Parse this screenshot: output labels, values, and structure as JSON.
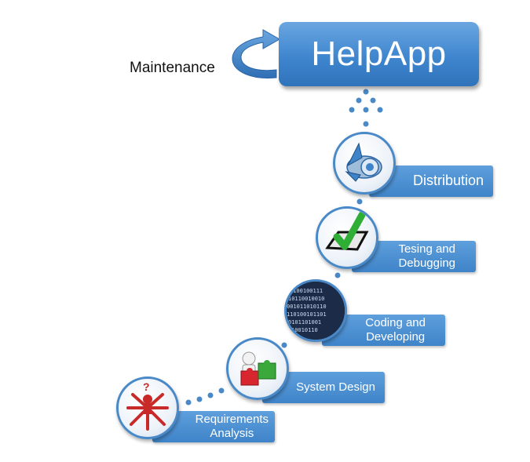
{
  "app": {
    "title": "HelpApp"
  },
  "maintenance": {
    "label": "Maintenance"
  },
  "steps": [
    {
      "label_line1": "Requirements",
      "label_line2": "Analysis",
      "icon": "people-question-icon"
    },
    {
      "label_line1": "System Design",
      "label_line2": "",
      "icon": "puzzle-pieces-icon"
    },
    {
      "label_line1": "Coding and",
      "label_line2": "Developing",
      "icon": "binary-code-icon"
    },
    {
      "label_line1": "Tesing and",
      "label_line2": "Debugging",
      "icon": "checkmark-icon"
    },
    {
      "label_line1": "Distribution",
      "label_line2": "",
      "icon": "rocket-icon"
    }
  ],
  "colors": {
    "accent_blue": "#3f84c9",
    "circle_border": "#4a89c8",
    "dot_blue": "#4a89c8",
    "check_green": "#2eae34",
    "puzzle_red": "#d8262e",
    "puzzle_green": "#3aa83a"
  }
}
